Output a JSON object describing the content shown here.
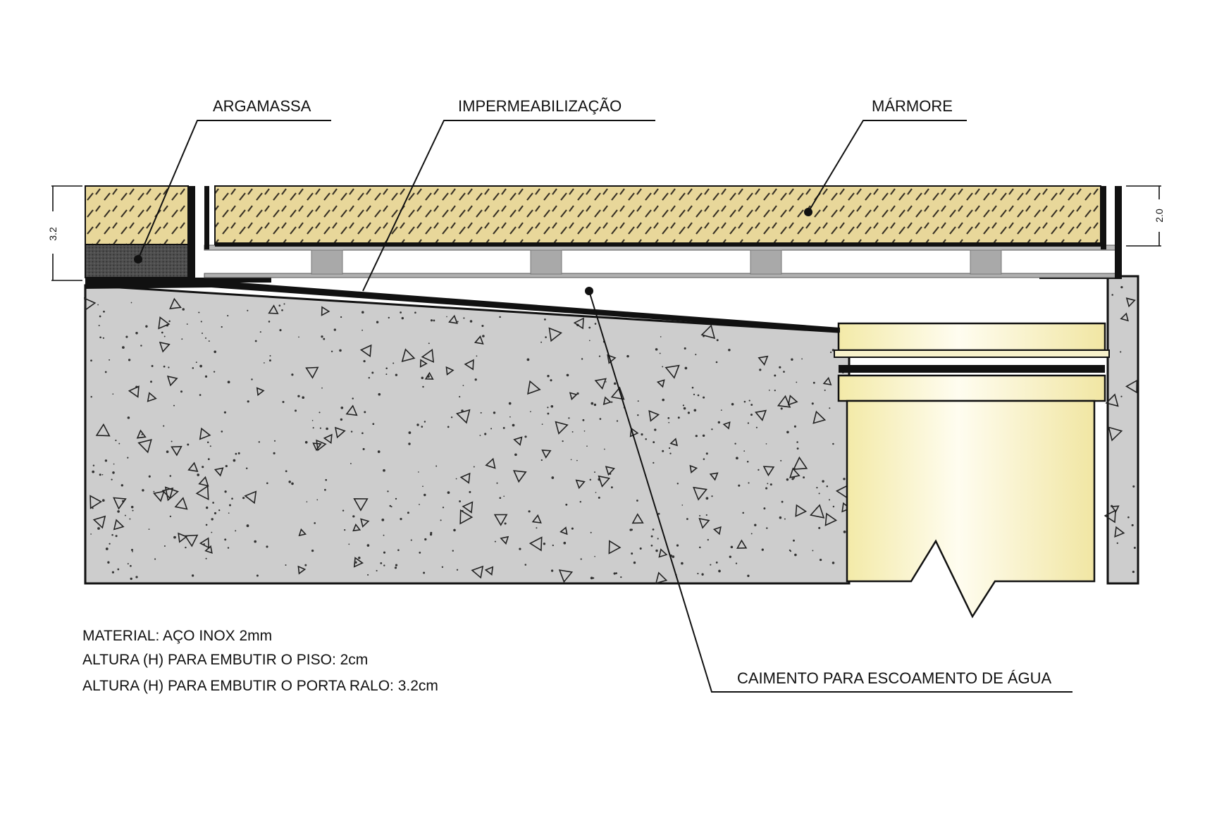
{
  "labels": {
    "argamassa": "ARGAMASSA",
    "impermeabilizacao": "IMPERMEABILIZAÇÃO",
    "marmore": "MÁRMORE",
    "caimento": "CAIMENTO PARA ESCOAMENTO DE ÁGUA"
  },
  "dimensions": {
    "left": "3.2",
    "right": "2.0"
  },
  "notes": [
    "MATERIAL: AÇO INOX 2mm",
    "ALTURA (H) PARA EMBUTIR O PISO: 2cm",
    "ALTURA (H) PARA EMBUTIR O PORTA RALO: 3.2cm"
  ],
  "colors": {
    "marble": "#e8d79a",
    "mortar": "#5a5a5a",
    "concrete": "#cdcdcd",
    "steel": "#111111",
    "pipe": "#fbf6cf",
    "support": "#a9a9a9"
  }
}
